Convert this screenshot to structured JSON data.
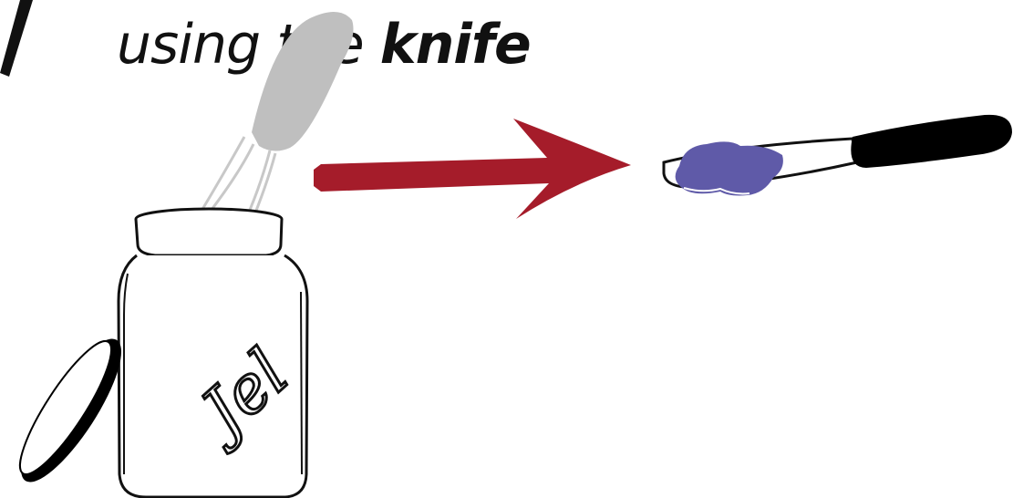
{
  "caption": {
    "verb_phrase": "using the",
    "tool_word": "knife"
  },
  "jar_label": "Jel",
  "colors": {
    "jelly": "#5f5aa8",
    "arrow": "#a51c2a",
    "knife_handle_in_jar": "#bfbfbf",
    "knife_handle": "#000000",
    "lid": "#000000",
    "outline": "#111111",
    "background": "#ffffff"
  },
  "icons": {
    "jar": "jelly-jar-icon",
    "lid": "jar-lid-icon",
    "knife_in_jar": "butter-knife-icon",
    "arrow": "right-arrow-icon",
    "knife_with_jelly": "knife-with-jelly-icon"
  }
}
